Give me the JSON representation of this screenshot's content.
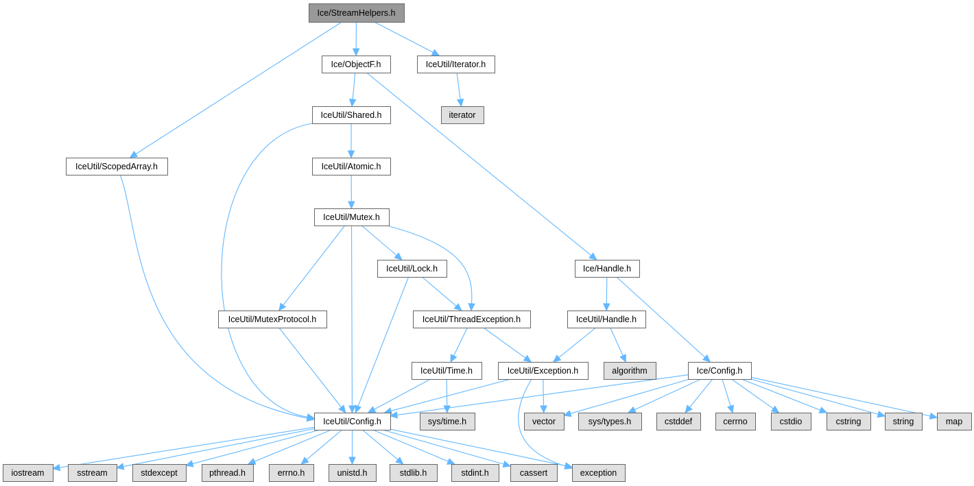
{
  "title": "Ice/StreamHelpers.h",
  "colors": {
    "root_fill": "#999999",
    "node_fill": "#ffffff",
    "system_fill": "#e0e0e0",
    "edge": "#63b8ff",
    "border": "#666666"
  },
  "nodes": [
    {
      "id": "streamhelpers",
      "label": "Ice/StreamHelpers.h",
      "kind": "root"
    },
    {
      "id": "objectf",
      "label": "Ice/ObjectF.h",
      "kind": "file"
    },
    {
      "id": "iteratorh",
      "label": "IceUtil/Iterator.h",
      "kind": "file"
    },
    {
      "id": "iterator",
      "label": "iterator",
      "kind": "system"
    },
    {
      "id": "shared",
      "label": "IceUtil/Shared.h",
      "kind": "file"
    },
    {
      "id": "scopedarray",
      "label": "IceUtil/ScopedArray.h",
      "kind": "file"
    },
    {
      "id": "atomic",
      "label": "IceUtil/Atomic.h",
      "kind": "file"
    },
    {
      "id": "mutex",
      "label": "IceUtil/Mutex.h",
      "kind": "file"
    },
    {
      "id": "lock",
      "label": "IceUtil/Lock.h",
      "kind": "file"
    },
    {
      "id": "icehandle",
      "label": "Ice/Handle.h",
      "kind": "file"
    },
    {
      "id": "mutexprotocol",
      "label": "IceUtil/MutexProtocol.h",
      "kind": "file"
    },
    {
      "id": "threadexception",
      "label": "IceUtil/ThreadException.h",
      "kind": "file"
    },
    {
      "id": "iceutilhandle",
      "label": "IceUtil/Handle.h",
      "kind": "file"
    },
    {
      "id": "time",
      "label": "IceUtil/Time.h",
      "kind": "file"
    },
    {
      "id": "exceptionh",
      "label": "IceUtil/Exception.h",
      "kind": "file"
    },
    {
      "id": "algorithm",
      "label": "algorithm",
      "kind": "system"
    },
    {
      "id": "iceconfig",
      "label": "Ice/Config.h",
      "kind": "file"
    },
    {
      "id": "iceutilconfig",
      "label": "IceUtil/Config.h",
      "kind": "file"
    },
    {
      "id": "systime",
      "label": "sys/time.h",
      "kind": "system"
    },
    {
      "id": "vector",
      "label": "vector",
      "kind": "system"
    },
    {
      "id": "systypes",
      "label": "sys/types.h",
      "kind": "system"
    },
    {
      "id": "cstddef",
      "label": "cstddef",
      "kind": "system"
    },
    {
      "id": "cerrno",
      "label": "cerrno",
      "kind": "system"
    },
    {
      "id": "cstdio",
      "label": "cstdio",
      "kind": "system"
    },
    {
      "id": "cstring",
      "label": "cstring",
      "kind": "system"
    },
    {
      "id": "string",
      "label": "string",
      "kind": "system"
    },
    {
      "id": "map",
      "label": "map",
      "kind": "system"
    },
    {
      "id": "iostream",
      "label": "iostream",
      "kind": "system"
    },
    {
      "id": "sstream",
      "label": "sstream",
      "kind": "system"
    },
    {
      "id": "stdexcept",
      "label": "stdexcept",
      "kind": "system"
    },
    {
      "id": "pthread",
      "label": "pthread.h",
      "kind": "system"
    },
    {
      "id": "errno",
      "label": "errno.h",
      "kind": "system"
    },
    {
      "id": "unistd",
      "label": "unistd.h",
      "kind": "system"
    },
    {
      "id": "stdlib",
      "label": "stdlib.h",
      "kind": "system"
    },
    {
      "id": "stdint",
      "label": "stdint.h",
      "kind": "system"
    },
    {
      "id": "cassert",
      "label": "cassert",
      "kind": "system"
    },
    {
      "id": "exception",
      "label": "exception",
      "kind": "system"
    }
  ],
  "edges": [
    [
      "streamhelpers",
      "scopedarray"
    ],
    [
      "streamhelpers",
      "objectf"
    ],
    [
      "streamhelpers",
      "iteratorh"
    ],
    [
      "iteratorh",
      "iterator"
    ],
    [
      "objectf",
      "shared"
    ],
    [
      "objectf",
      "icehandle"
    ],
    [
      "shared",
      "atomic"
    ],
    [
      "shared",
      "iceutilconfig"
    ],
    [
      "scopedarray",
      "iceutilconfig"
    ],
    [
      "atomic",
      "mutex"
    ],
    [
      "mutex",
      "mutexprotocol"
    ],
    [
      "mutex",
      "iceutilconfig"
    ],
    [
      "mutex",
      "lock"
    ],
    [
      "mutex",
      "threadexception"
    ],
    [
      "lock",
      "threadexception"
    ],
    [
      "lock",
      "iceutilconfig"
    ],
    [
      "mutexprotocol",
      "iceutilconfig"
    ],
    [
      "threadexception",
      "time"
    ],
    [
      "threadexception",
      "exceptionh"
    ],
    [
      "icehandle",
      "iceutilhandle"
    ],
    [
      "icehandle",
      "iceconfig"
    ],
    [
      "iceutilhandle",
      "exceptionh"
    ],
    [
      "iceutilhandle",
      "algorithm"
    ],
    [
      "time",
      "iceutilconfig"
    ],
    [
      "time",
      "systime"
    ],
    [
      "exceptionh",
      "iceutilconfig"
    ],
    [
      "exceptionh",
      "vector"
    ],
    [
      "exceptionh",
      "exception"
    ],
    [
      "iceconfig",
      "iceutilconfig"
    ],
    [
      "iceconfig",
      "vector"
    ],
    [
      "iceconfig",
      "systypes"
    ],
    [
      "iceconfig",
      "cstddef"
    ],
    [
      "iceconfig",
      "cerrno"
    ],
    [
      "iceconfig",
      "cstdio"
    ],
    [
      "iceconfig",
      "cstring"
    ],
    [
      "iceconfig",
      "string"
    ],
    [
      "iceconfig",
      "map"
    ],
    [
      "iceutilconfig",
      "iostream"
    ],
    [
      "iceutilconfig",
      "sstream"
    ],
    [
      "iceutilconfig",
      "stdexcept"
    ],
    [
      "iceutilconfig",
      "pthread"
    ],
    [
      "iceutilconfig",
      "errno"
    ],
    [
      "iceutilconfig",
      "unistd"
    ],
    [
      "iceutilconfig",
      "stdlib"
    ],
    [
      "iceutilconfig",
      "stdint"
    ],
    [
      "iceutilconfig",
      "cassert"
    ],
    [
      "iceutilconfig",
      "exception"
    ]
  ]
}
